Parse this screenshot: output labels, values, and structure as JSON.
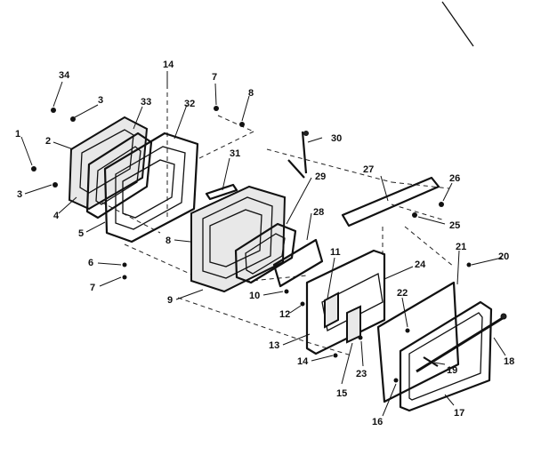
{
  "labels": {
    "l1": "1",
    "l2": "2",
    "l3a": "3",
    "l3b": "3",
    "l4": "4",
    "l5": "5",
    "l6": "6",
    "l7a": "7",
    "l7b": "7",
    "l8": "8",
    "l8b": "8",
    "l9": "9",
    "l10": "10",
    "l11": "11",
    "l12": "12",
    "l13": "13",
    "l14a": "14",
    "l14b": "14",
    "l15": "15",
    "l16": "16",
    "l17": "17",
    "l18": "18",
    "l19": "19",
    "l20": "20",
    "l21": "21",
    "l22": "22",
    "l23": "23",
    "l24": "24",
    "l25": "25",
    "l26": "26",
    "l27": "27",
    "l28": "28",
    "l29": "29",
    "l30": "30",
    "l31": "31",
    "l32": "32",
    "l33": "33",
    "l34": "34"
  }
}
